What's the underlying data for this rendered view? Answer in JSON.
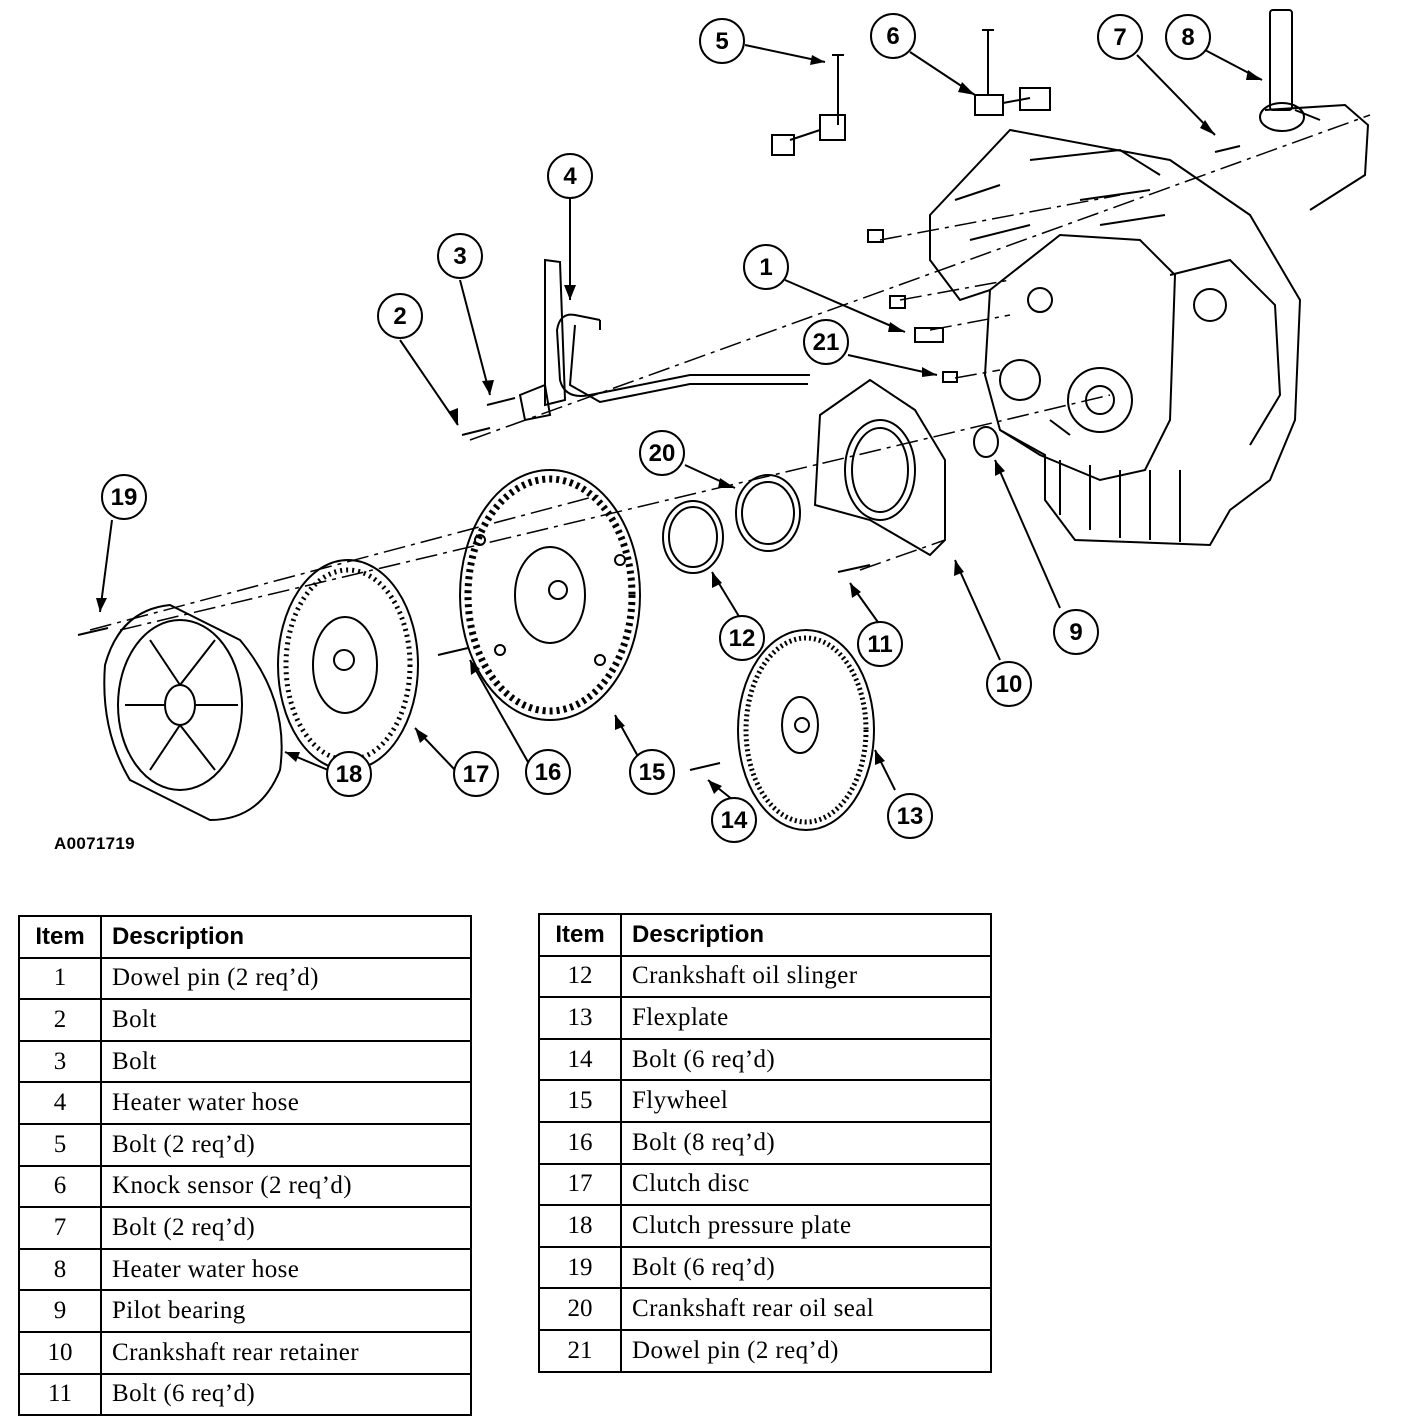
{
  "figure_id": "A0071719",
  "callouts": [
    "1",
    "2",
    "3",
    "4",
    "5",
    "6",
    "7",
    "8",
    "9",
    "10",
    "11",
    "12",
    "13",
    "14",
    "15",
    "16",
    "17",
    "18",
    "19",
    "20",
    "21"
  ],
  "legend_left": {
    "headers": {
      "item": "Item",
      "description": "Description"
    },
    "rows": [
      {
        "item": "1",
        "description": "Dowel pin (2 req’d)"
      },
      {
        "item": "2",
        "description": "Bolt"
      },
      {
        "item": "3",
        "description": "Bolt"
      },
      {
        "item": "4",
        "description": "Heater water hose"
      },
      {
        "item": "5",
        "description": "Bolt (2 req’d)"
      },
      {
        "item": "6",
        "description": "Knock sensor (2 req’d)"
      },
      {
        "item": "7",
        "description": "Bolt (2 req’d)"
      },
      {
        "item": "8",
        "description": "Heater water hose"
      },
      {
        "item": "9",
        "description": "Pilot bearing"
      },
      {
        "item": "10",
        "description": "Crankshaft rear retainer"
      },
      {
        "item": "11",
        "description": "Bolt (6 req’d)"
      }
    ]
  },
  "legend_right": {
    "headers": {
      "item": "Item",
      "description": "Description"
    },
    "rows": [
      {
        "item": "12",
        "description": "Crankshaft oil slinger"
      },
      {
        "item": "13",
        "description": "Flexplate"
      },
      {
        "item": "14",
        "description": "Bolt (6 req’d)"
      },
      {
        "item": "15",
        "description": "Flywheel"
      },
      {
        "item": "16",
        "description": "Bolt (8 req’d)"
      },
      {
        "item": "17",
        "description": "Clutch disc"
      },
      {
        "item": "18",
        "description": "Clutch pressure plate"
      },
      {
        "item": "19",
        "description": "Bolt (6 req’d)"
      },
      {
        "item": "20",
        "description": "Crankshaft rear oil seal"
      },
      {
        "item": "21",
        "description": "Dowel pin (2 req’d)"
      }
    ]
  }
}
